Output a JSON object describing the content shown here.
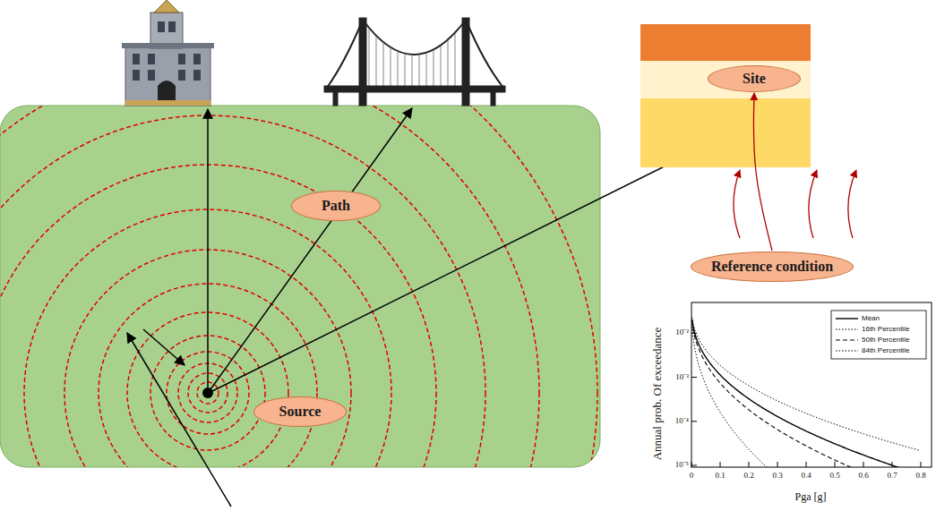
{
  "diagram": {
    "nodes": [
      {
        "text": [
          "Site"
        ]
      },
      {
        "text": [
          "Path"
        ]
      },
      {
        "text": [
          "Reference condition"
        ]
      },
      {
        "text": [
          "Source"
        ]
      }
    ],
    "edges": [
      {
        "from": 2,
        "to": 0,
        "arrow": "to"
      }
    ],
    "labels": [
      "Annual prob. Of exceedance",
      "Pga [g]",
      "10⁻²",
      "10⁻³",
      "10⁻⁴",
      "10⁻⁵",
      "0",
      "0.1",
      "0.2",
      "0.3",
      "0.4",
      "0.5",
      "0.6",
      "0.7",
      "0.8"
    ],
    "legend": [
      {
        "text": "Mean"
      },
      {
        "text": "16th Percentile"
      },
      {
        "text": "50th Percentile"
      },
      {
        "text": "84th Percentile"
      }
    ]
  }
}
